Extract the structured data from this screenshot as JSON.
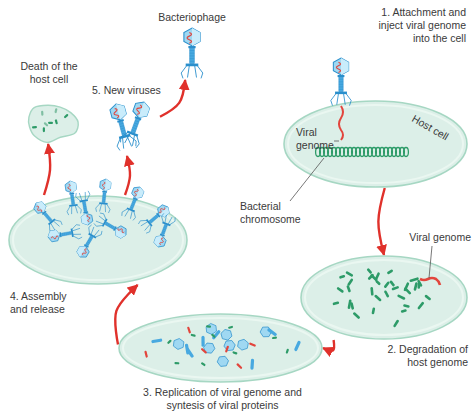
{
  "diagram": {
    "nodes": [
      {
        "text": [
          "Bacteriophage"
        ]
      },
      {
        "text": [
          "1. Attachment and inject viral genome into the cell"
        ]
      },
      {
        "text": [
          "2. Degradation of host genome"
        ]
      },
      {
        "text": [
          "3. Replication of viral genome and syntesis of viral proteins"
        ]
      },
      {
        "text": [
          "4. Assembly and release"
        ]
      },
      {
        "text": [
          "5. New viruses"
        ]
      },
      {
        "text": [
          "Death of the host cell"
        ]
      }
    ],
    "edges": [
      {
        "from": 1,
        "to": 2,
        "arrow": "to"
      },
      {
        "from": 2,
        "to": 3,
        "arrow": "to"
      },
      {
        "from": 3,
        "to": 4,
        "arrow": "to"
      },
      {
        "from": 4,
        "to": 5,
        "arrow": "to"
      },
      {
        "from": 4,
        "to": 6,
        "arrow": "to"
      },
      {
        "from": 5,
        "to": 0,
        "arrow": "to"
      }
    ],
    "labels": [
      "Viral genome",
      "Host cell",
      "Bacterial chromosome",
      "Viral genome"
    ]
  }
}
